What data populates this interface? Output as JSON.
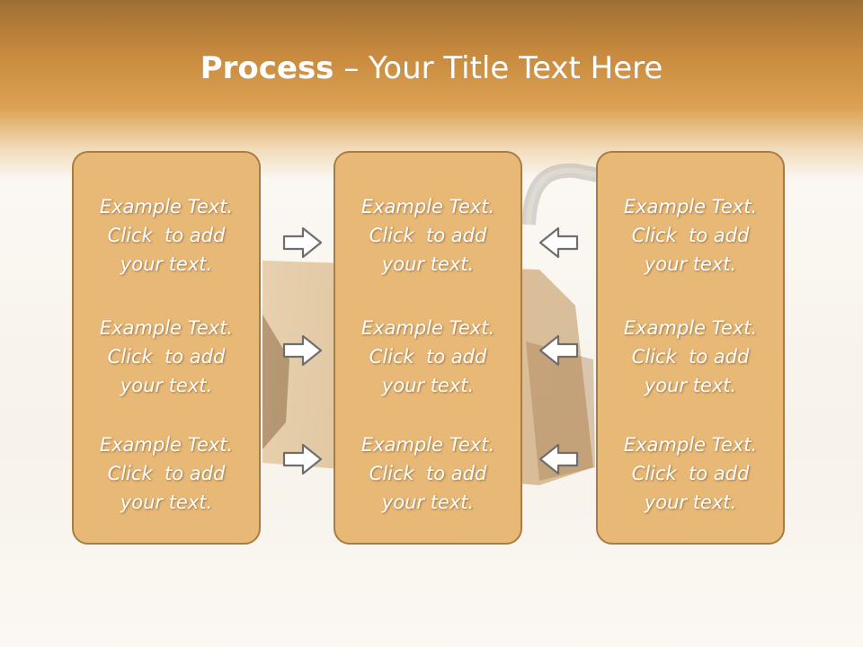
{
  "title": {
    "bold": "Process",
    "rest": " – Your Title Text Here"
  },
  "columns": [
    {
      "blocks": [
        [
          "Example Text.",
          "Click  to add",
          "your text."
        ],
        [
          "Example Text.",
          "Click  to add",
          "your text."
        ],
        [
          "Example Text.",
          "Click  to add",
          "your text."
        ]
      ]
    },
    {
      "blocks": [
        [
          "Example Text.",
          "Click  to add",
          "your text."
        ],
        [
          "Example Text.",
          "Click  to add",
          "your text."
        ],
        [
          "Example Text.",
          "Click  to add",
          "your text."
        ]
      ]
    },
    {
      "blocks": [
        [
          "Example Text.",
          "Click  to add",
          "your text."
        ],
        [
          "Example Text.",
          "Click  to add",
          "your text."
        ],
        [
          "Example Text.",
          "Click  to add",
          "your text."
        ]
      ]
    }
  ],
  "arrows": {
    "left_group": "right-arrow-icon",
    "right_group": "left-arrow-icon"
  },
  "colors": {
    "box_fill": "#e8b877",
    "box_border": "#a87d45",
    "header_orange": "#dca253"
  }
}
